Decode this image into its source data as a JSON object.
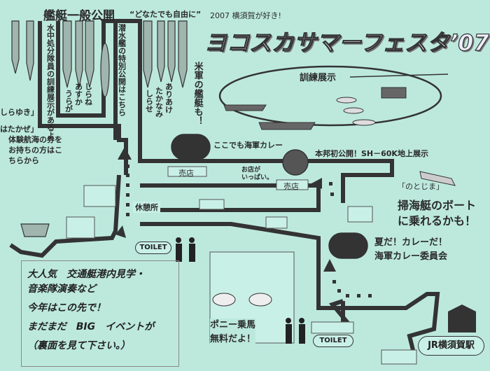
{
  "header": {
    "tagline": "2007 横須賀が好き!",
    "title": "ヨコスカサマーフェスタ’07"
  },
  "ship_display": {
    "title": "艦艇一般公開",
    "subtitle": "“どなたでも自由に”",
    "diver_note": "水中処分隊員の訓練展示があるよ",
    "submarine_note": "潜水艦の特別公開はこちら",
    "us_ships": "米軍の艦艇も！",
    "ships_center": [
      "うらが",
      "あすか",
      "しらね"
    ],
    "ships_right": [
      "しらせ",
      "たかなみ",
      "ありあけ"
    ],
    "ships_left": [
      "しらゆき」",
      "はたかぜ」"
    ],
    "cruise_note": [
      "体験航海の券を",
      "お持ちの方はこ",
      "ちらから"
    ]
  },
  "training": {
    "label": "訓練展示"
  },
  "places": {
    "curry1": "ここでも海軍カレー",
    "heli": "本邦初公開！SH－60K地上展示",
    "shop1": "売店",
    "shops_many": [
      "お店が",
      "いっぱい。"
    ],
    "shop2": "売店",
    "rest": "休憩所",
    "toilet1": "TOILET",
    "toilet2": "TOILET",
    "notojima": "「のとじま」",
    "boat": [
      "掃海艇のボート",
      "に乗れるかも！"
    ],
    "curry2": [
      "夏だ！カレーだ！",
      "海軍カレー委員会"
    ],
    "pony": [
      "ポニー乗馬",
      "無料だよ！"
    ],
    "station": "JR横須賀駅"
  },
  "notice": {
    "lines": [
      "大人気　交通艇港内見学・",
      "音楽隊演奏など",
      "今年はこの先で！",
      "まだまだ　BIG　イベントが",
      "（裏面を見て下さい。）"
    ]
  },
  "colors": {
    "background": "#bde9dd",
    "road": "#333333"
  }
}
